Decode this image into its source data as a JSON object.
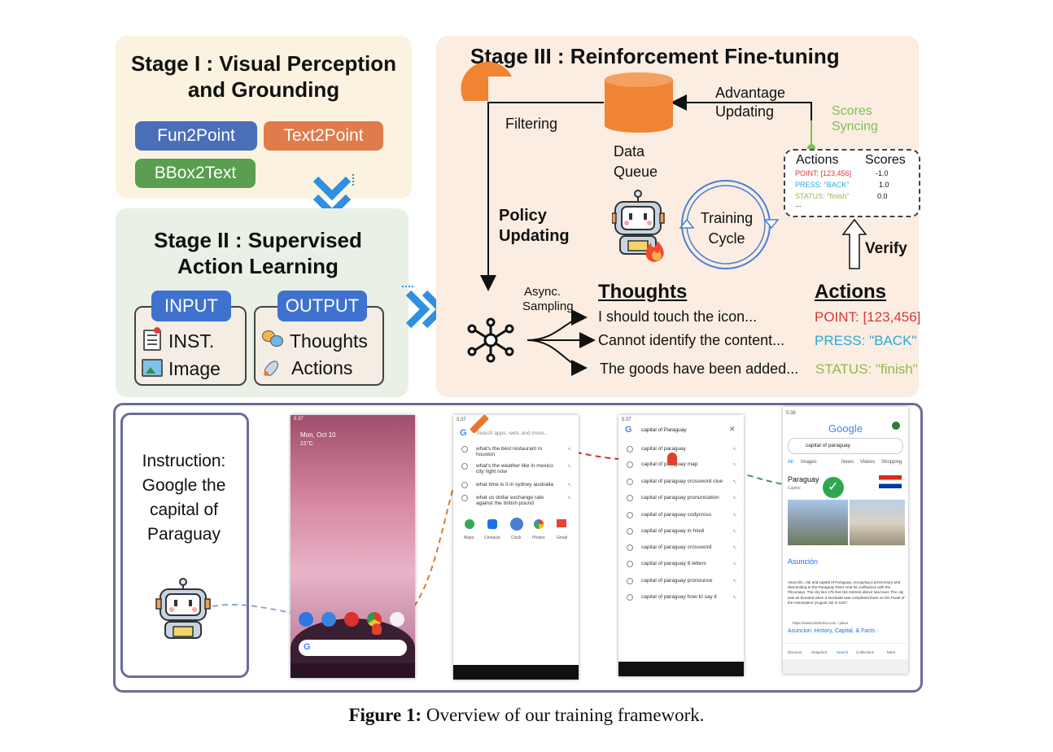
{
  "stage1": {
    "title_line1": "Stage I : Visual Perception",
    "title_line2": "and Grounding",
    "chips": [
      "Fun2Point",
      "Text2Point",
      "BBox2Text"
    ]
  },
  "stage2": {
    "title_line1": "Stage II : Supervised",
    "title_line2": "Action Learning",
    "input_label": "INPUT",
    "input_items": [
      "INST.",
      "Image"
    ],
    "output_label": "OUTPUT",
    "output_items": [
      "Thoughts",
      "Actions"
    ]
  },
  "stage3": {
    "title": "Stage III : Reinforcement Fine-tuning",
    "filtering": "Filtering",
    "data_queue_line1": "Data",
    "data_queue_line2": "Queue",
    "advantage_line1": "Advantage",
    "advantage_line2": "Updating",
    "scores_sync_line1": "Scores",
    "scores_sync_line2": "Syncing",
    "table_header_actions": "Actions",
    "table_header_scores": "Scores",
    "table_rows": [
      {
        "action": "POINT: [123,456]",
        "score": "-1.0"
      },
      {
        "action": "PRESS: \"BACK\"",
        "score": "1.0"
      },
      {
        "action": "STATUS: \"finish\"",
        "score": "0.0"
      }
    ],
    "table_more": "...",
    "policy_line1": "Policy",
    "policy_line2": "Updating",
    "cycle_line1": "Training",
    "cycle_line2": "Cycle",
    "verify": "Verify",
    "async_line1": "Async.",
    "async_line2": "Sampling",
    "thoughts_header": "Thoughts",
    "actions_header": "Actions",
    "thoughts": [
      "I should touch the icon...",
      "Cannot identify the content...",
      "The goods have been added..."
    ],
    "actions": [
      "POINT: [123,456]",
      "PRESS: \"BACK\"",
      "STATUS: \"finish\""
    ]
  },
  "bottom": {
    "instruction": [
      "Instruction:",
      "Google the",
      "capital of",
      "Paraguay"
    ],
    "phone1": {
      "status": "5:37",
      "date": "Mon, Oct 10",
      "weather": "21°C"
    },
    "phone2": {
      "status": "5:37",
      "placeholder": "Search apps, web, and more...",
      "suggestions": [
        "what's the best restaurant in houston",
        "what's the weather like in mexico city right now",
        "what time is it in sydney australia",
        "what us dollar exchange rate against the british pound"
      ],
      "apps": [
        "Maps",
        "Contacts",
        "Clock",
        "Photos",
        "Gmail"
      ]
    },
    "phone3": {
      "status": "5:37",
      "query": "capital of Paraguay",
      "suggestions": [
        "capital of paraguay",
        "capital of paraguay map",
        "capital of paraguay crossword clue",
        "capital of paraguay pronunciation",
        "capital of paraguay codycross",
        "capital of paraguay in hindi",
        "capital of paraguay crossword",
        "capital of paraguay 8 letters",
        "capital of paraguay pronounce",
        "capital of paraguay how to say it"
      ]
    },
    "phone4": {
      "status": "5:38",
      "logo": "Google",
      "query": "capital of paraguay",
      "tabs": [
        "All",
        "Images",
        "News",
        "Videos",
        "Shopping"
      ],
      "title": "Paraguay",
      "subtitle": "Capital",
      "answer": "Asunción",
      "snippet": "Asunción, city and capital of Paraguay, occupying a promontory and descending to the Paraguay River near its confluence with the Pilcomayo. The city lies 175 feet (53 metres) above sea level. The city was as founded when a stockade was completed there on the Feast of the Assumption (August 15) in 1537.",
      "source": "https://www.britannica.com › place",
      "link": "Asuncion: History, Capital, & Facts -",
      "nav": [
        "Discover",
        "Snapshot",
        "Search",
        "Collections",
        "More"
      ]
    }
  },
  "caption": {
    "label": "Figure 1:",
    "text": " Overview of our training framework."
  },
  "colors": {
    "stage1_bg": "#fbf3df",
    "stage2_bg": "#e9f1e7",
    "stage3_bg": "#fbede2",
    "blue_chip": "#4a6fb8",
    "orange_chip": "#e07b4c",
    "green_chip": "#5a9e4f",
    "red_action": "#d93636",
    "cyan_action": "#2aa8d8",
    "green_action": "#8fb84d",
    "queue_orange": "#ef8433",
    "frame_purple": "#6b6d94"
  }
}
